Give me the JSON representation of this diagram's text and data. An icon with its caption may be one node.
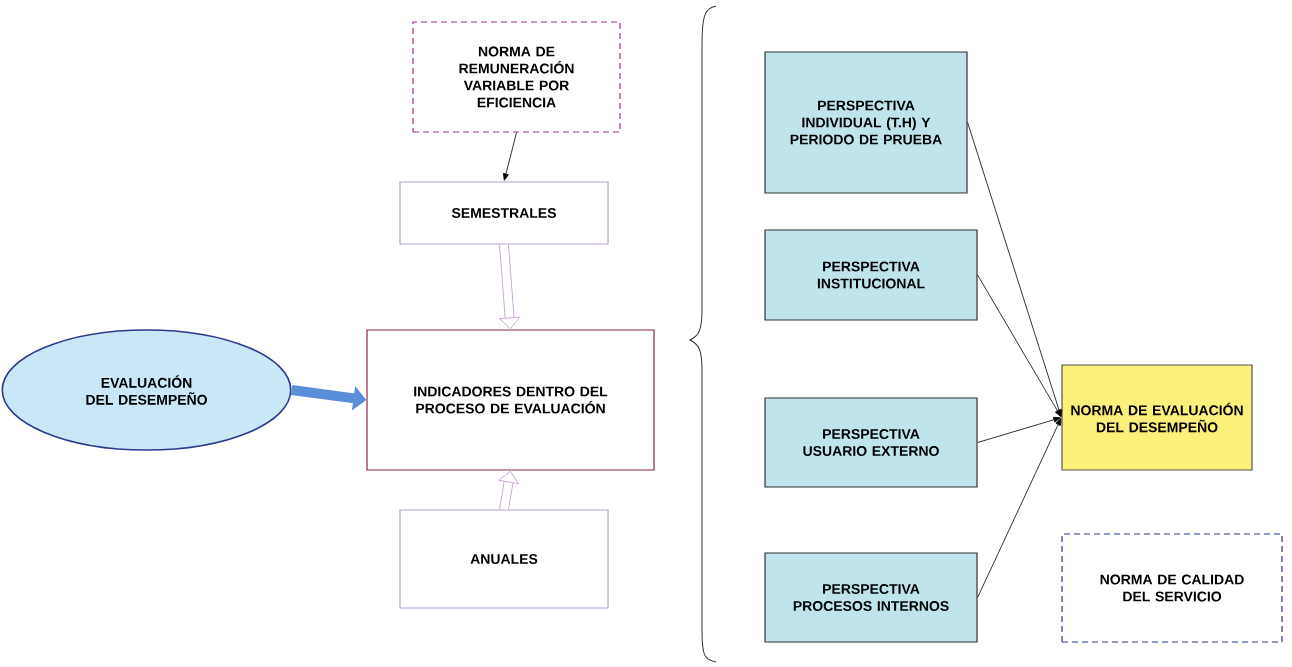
{
  "diagram": {
    "nodes": [
      {
        "text": [
          "EVALUACIÓN DEL DESEMPEÑO"
        ]
      },
      {
        "text": [
          "NORMA DE REMUNERACIÓN VARIABLE POR EFICIENCIA"
        ]
      },
      {
        "text": [
          "SEMESTRALES"
        ]
      },
      {
        "text": [
          "INDICADORES DENTRO DEL PROCESO DE EVALUACIÓN"
        ]
      },
      {
        "text": [
          "ANUALES"
        ]
      },
      {
        "text": [
          "PERSPECTIVA INDIVIDUAL (T.H) Y PERIODO DE PRUEBA"
        ]
      },
      {
        "text": [
          "PERSPECTIVA INSTITUCIONAL"
        ]
      },
      {
        "text": [
          "PERSPECTIVA USUARIO EXTERNO"
        ]
      },
      {
        "text": [
          "PERSPECTIVA PROCESOS INTERNOS"
        ]
      },
      {
        "text": [
          "NORMA DE EVALUACIÓN DEL DESEMPEÑO"
        ]
      },
      {
        "text": [
          "NORMA DE CALIDAD DEL SERVICIO"
        ]
      }
    ],
    "edges": [
      {
        "from": 0,
        "to": 3,
        "arrow": "to",
        "style": "thick",
        "color": "#5b8ed8"
      },
      {
        "from": 1,
        "to": 2,
        "arrow": "to"
      },
      {
        "from": 2,
        "to": 3,
        "arrow": "to",
        "style": "thick",
        "color": "#c9a2d6"
      },
      {
        "from": 4,
        "to": 3,
        "arrow": "to",
        "style": "thick",
        "color": "#c9a2d6"
      },
      {
        "from": 5,
        "to": 9,
        "arrow": "to"
      },
      {
        "from": 6,
        "to": 9,
        "arrow": "to"
      },
      {
        "from": 7,
        "to": 9,
        "arrow": "to"
      },
      {
        "from": 8,
        "to": 9,
        "arrow": "to"
      }
    ]
  }
}
